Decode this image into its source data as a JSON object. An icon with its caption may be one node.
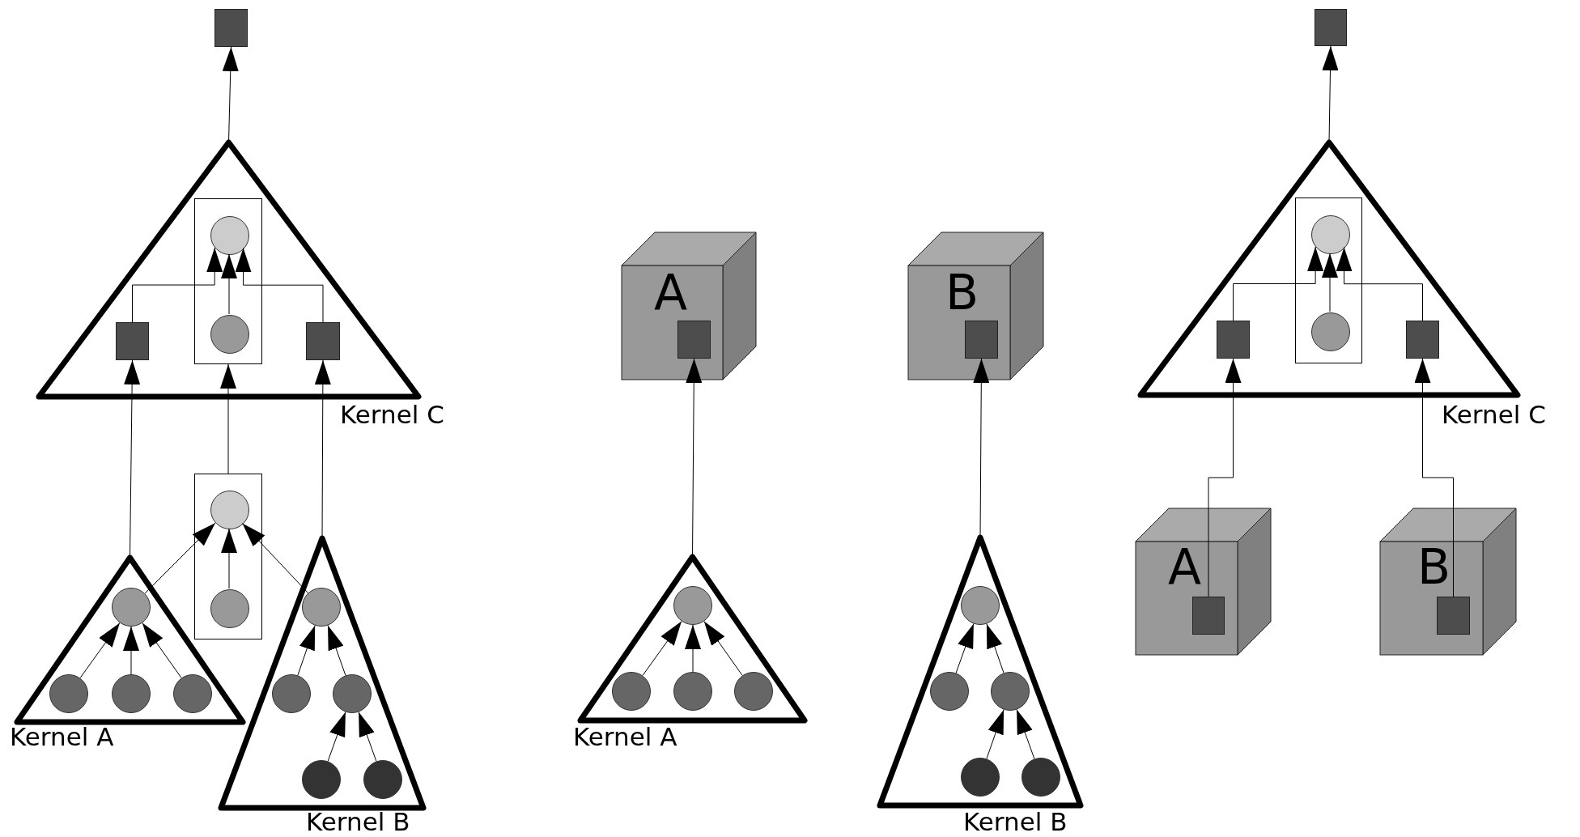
{
  "diagram": {
    "nodes": [
      {
        "text": [],
        "shape": "square"
      },
      {
        "text": [
          "Kernel C"
        ]
      },
      {
        "text": [],
        "shape": "box",
        "in": 1
      },
      {
        "text": [],
        "shape": "circle",
        "in": 2
      },
      {
        "text": [],
        "shape": "circle",
        "in": 2
      },
      {
        "text": [],
        "shape": "square",
        "in": 1
      },
      {
        "text": [],
        "shape": "square",
        "in": 1
      },
      {
        "text": [],
        "shape": "box"
      },
      {
        "text": [],
        "shape": "circle",
        "in": 7
      },
      {
        "text": [],
        "shape": "circle",
        "in": 7
      },
      {
        "text": [
          "Kernel A"
        ]
      },
      {
        "text": [],
        "shape": "circle",
        "in": 10
      },
      {
        "text": [],
        "shape": "circle",
        "in": 10
      },
      {
        "text": [],
        "shape": "circle",
        "in": 10
      },
      {
        "text": [],
        "shape": "circle",
        "in": 10
      },
      {
        "text": [
          "Kernel B"
        ]
      },
      {
        "text": [],
        "shape": "circle",
        "in": 15
      },
      {
        "text": [],
        "shape": "circle",
        "in": 15
      },
      {
        "text": [],
        "shape": "circle",
        "in": 15
      },
      {
        "text": [],
        "shape": "circle",
        "in": 15
      },
      {
        "text": [],
        "shape": "circle",
        "in": 15
      },
      {
        "text": [
          "A"
        ]
      },
      {
        "text": [],
        "shape": "square",
        "in": 21
      },
      {
        "text": [
          "B"
        ]
      },
      {
        "text": [],
        "shape": "square",
        "in": 23
      },
      {
        "text": [
          "Kernel A"
        ]
      },
      {
        "text": [],
        "shape": "circle",
        "in": 25
      },
      {
        "text": [],
        "shape": "circle",
        "in": 25
      },
      {
        "text": [],
        "shape": "circle",
        "in": 25
      },
      {
        "text": [],
        "shape": "circle",
        "in": 25
      },
      {
        "text": [
          "Kernel B"
        ]
      },
      {
        "text": [],
        "shape": "circle",
        "in": 30
      },
      {
        "text": [],
        "shape": "circle",
        "in": 30
      },
      {
        "text": [],
        "shape": "circle",
        "in": 30
      },
      {
        "text": [],
        "shape": "circle",
        "in": 30
      },
      {
        "text": [],
        "shape": "circle",
        "in": 30
      },
      {
        "text": [],
        "shape": "square"
      },
      {
        "text": [
          "Kernel C"
        ]
      },
      {
        "text": [],
        "shape": "box",
        "in": 37
      },
      {
        "text": [],
        "shape": "circle",
        "in": 38
      },
      {
        "text": [],
        "shape": "circle",
        "in": 38
      },
      {
        "text": [],
        "shape": "square",
        "in": 37
      },
      {
        "text": [],
        "shape": "square",
        "in": 37
      },
      {
        "text": [
          "A"
        ]
      },
      {
        "text": [],
        "shape": "square",
        "in": 43
      },
      {
        "text": [
          "B"
        ]
      },
      {
        "text": [],
        "shape": "square",
        "in": 45
      }
    ],
    "edges": [
      {
        "from": 1,
        "to": 0,
        "arrow": "to"
      },
      {
        "from": 5,
        "to": 3,
        "arrow": "to"
      },
      {
        "from": 4,
        "to": 3,
        "arrow": "to"
      },
      {
        "from": 6,
        "to": 3,
        "arrow": "to"
      },
      {
        "from": 10,
        "to": 5,
        "arrow": "to"
      },
      {
        "from": 7,
        "to": 2,
        "arrow": "to"
      },
      {
        "from": 15,
        "to": 6,
        "arrow": "to"
      },
      {
        "from": 12,
        "to": 11,
        "arrow": "to"
      },
      {
        "from": 13,
        "to": 11,
        "arrow": "to"
      },
      {
        "from": 14,
        "to": 11,
        "arrow": "to"
      },
      {
        "from": 11,
        "to": 8,
        "arrow": "to"
      },
      {
        "from": 9,
        "to": 8,
        "arrow": "to"
      },
      {
        "from": 16,
        "to": 8,
        "arrow": "to"
      },
      {
        "from": 17,
        "to": 16,
        "arrow": "to"
      },
      {
        "from": 18,
        "to": 16,
        "arrow": "to"
      },
      {
        "from": 19,
        "to": 18,
        "arrow": "to"
      },
      {
        "from": 20,
        "to": 18,
        "arrow": "to"
      },
      {
        "from": 25,
        "to": 22,
        "arrow": "to"
      },
      {
        "from": 30,
        "to": 24,
        "arrow": "to"
      },
      {
        "from": 27,
        "to": 26,
        "arrow": "to"
      },
      {
        "from": 28,
        "to": 26,
        "arrow": "to"
      },
      {
        "from": 29,
        "to": 26,
        "arrow": "to"
      },
      {
        "from": 32,
        "to": 31,
        "arrow": "to"
      },
      {
        "from": 33,
        "to": 31,
        "arrow": "to"
      },
      {
        "from": 34,
        "to": 33,
        "arrow": "to"
      },
      {
        "from": 35,
        "to": 33,
        "arrow": "to"
      },
      {
        "from": 37,
        "to": 36,
        "arrow": "to"
      },
      {
        "from": 41,
        "to": 39,
        "arrow": "to"
      },
      {
        "from": 40,
        "to": 39,
        "arrow": "to"
      },
      {
        "from": 42,
        "to": 39,
        "arrow": "to"
      },
      {
        "from": 44,
        "to": 41,
        "arrow": "to"
      },
      {
        "from": 46,
        "to": 42,
        "arrow": "to"
      }
    ]
  }
}
